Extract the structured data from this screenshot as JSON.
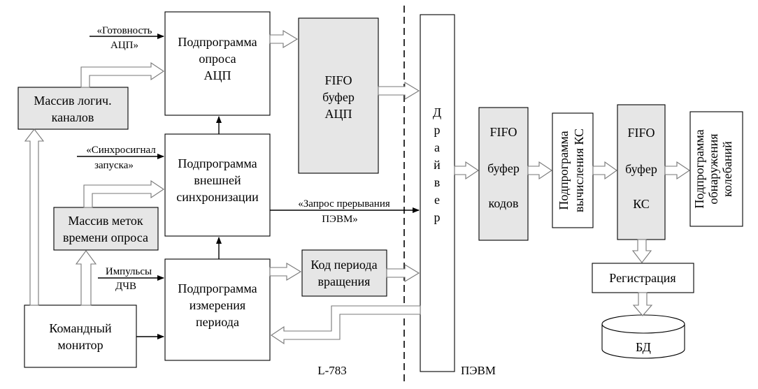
{
  "colors": {
    "block_fill_white": "#ffffff",
    "block_fill_gray": "#e6e6e6",
    "line": "#000000",
    "hollow_arrow": "#777777"
  },
  "blocks": {
    "adc_poll": [
      "Подпрограмма",
      "опроса",
      "АЦП"
    ],
    "ext_sync": [
      "Подпрограмма",
      "внешней",
      "синхронизации"
    ],
    "period_measure": [
      "Подпрограмма",
      "измерения",
      "периода"
    ],
    "logic_channels": [
      "Массив логич.",
      "каналов"
    ],
    "time_marks": [
      "Массив меток",
      "времени опроса"
    ],
    "command_monitor": [
      "Командный",
      "монитор"
    ],
    "fifo_adc": [
      "FIFO",
      "буфер",
      "АЦП"
    ],
    "rotation_code": [
      "Код периода",
      "вращения"
    ],
    "driver": [
      "Д",
      "р",
      "а",
      "й",
      "в",
      "е",
      "р"
    ],
    "fifo_codes": [
      "FIFO",
      "буфер",
      "кодов"
    ],
    "ks_calc": [
      "Подпрограмма",
      "вычисления КС"
    ],
    "fifo_ks": [
      "FIFO",
      "буфер",
      "КС"
    ],
    "oscillation_detect": [
      "Подпрограмма",
      "обнаружения",
      "колебаний"
    ],
    "registration": "Регистрация",
    "database": "БД"
  },
  "signals": {
    "adc_ready": [
      "«Готовность",
      "АЦП»"
    ],
    "sync_start": [
      "«Синхросигнал",
      "запуска»"
    ],
    "interrupt_request": [
      "«Запрос прерывания",
      "ПЭВМ»"
    ],
    "dchv_pulses": [
      "Импульсы",
      "ДЧВ"
    ]
  },
  "zones": {
    "left": "L-783",
    "right": "ПЭВМ"
  }
}
